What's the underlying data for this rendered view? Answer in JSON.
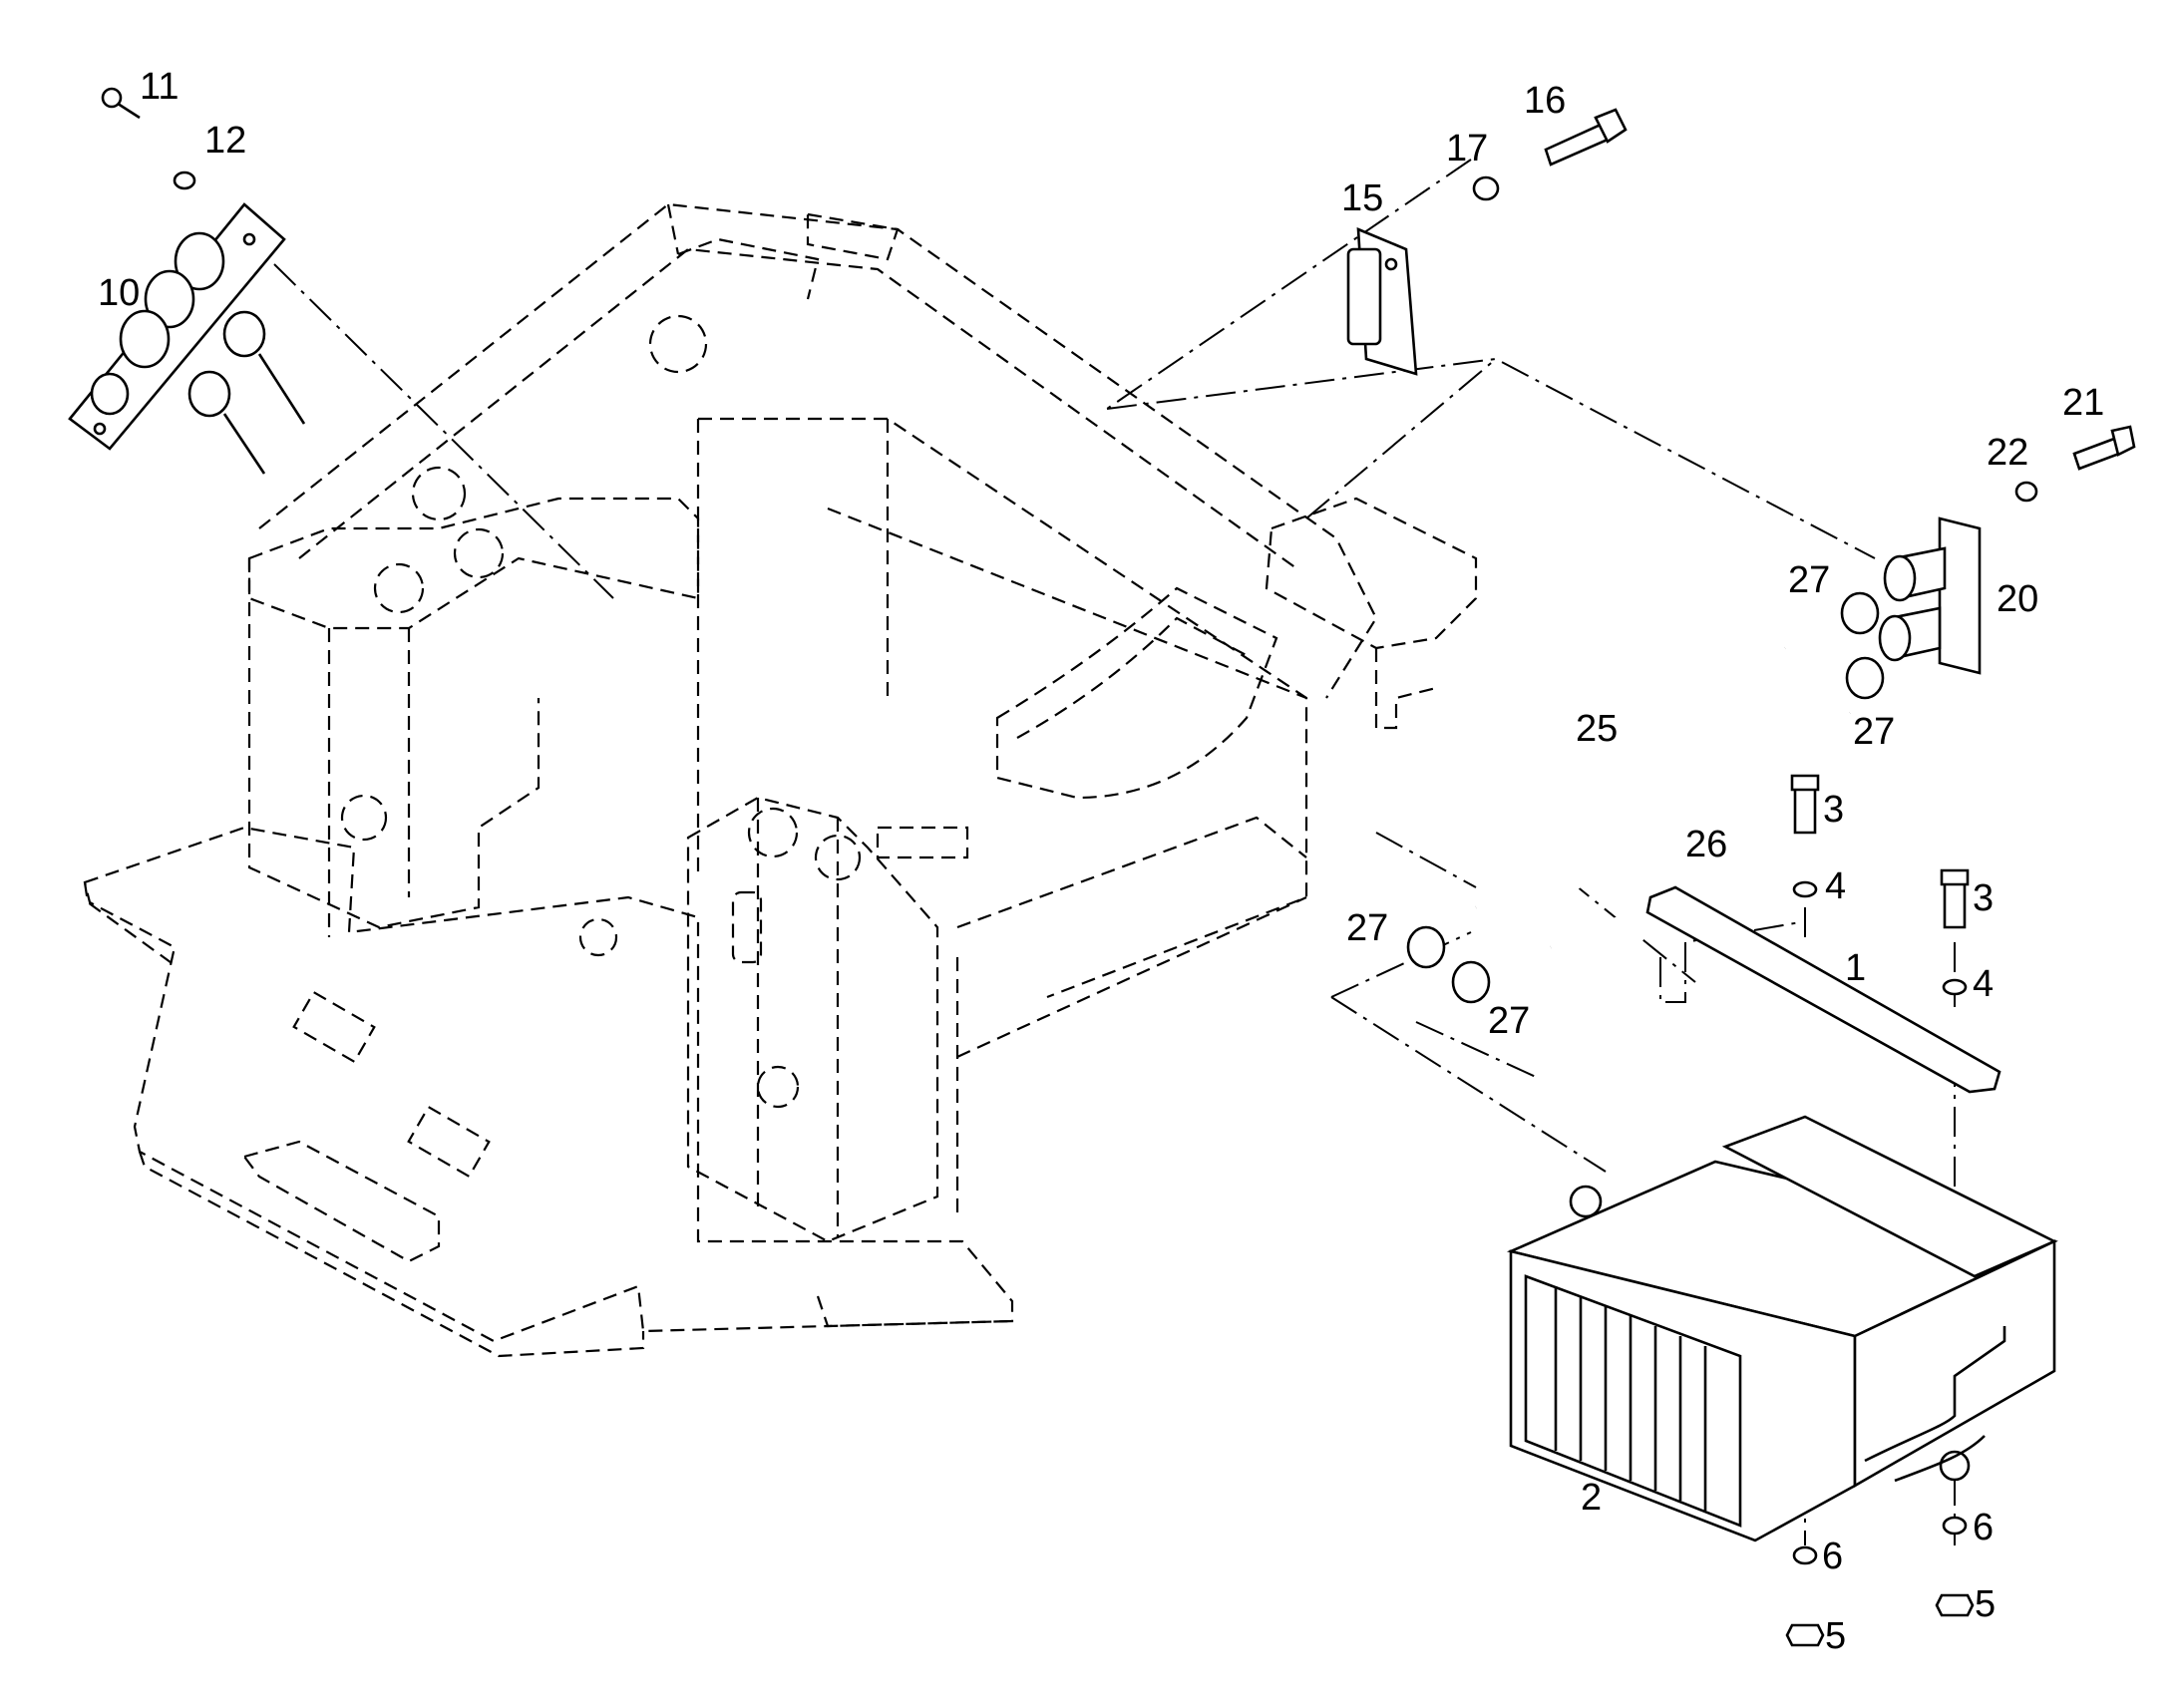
{
  "callouts": [
    {
      "id": "11",
      "text": "11"
    },
    {
      "id": "12",
      "text": "12"
    },
    {
      "id": "10",
      "text": "10"
    },
    {
      "id": "16",
      "text": "16"
    },
    {
      "id": "17",
      "text": "17"
    },
    {
      "id": "15",
      "text": "15"
    },
    {
      "id": "21",
      "text": "21"
    },
    {
      "id": "22",
      "text": "22"
    },
    {
      "id": "27a",
      "text": "27"
    },
    {
      "id": "20",
      "text": "20"
    },
    {
      "id": "25",
      "text": "25"
    },
    {
      "id": "27b",
      "text": "27"
    },
    {
      "id": "3a",
      "text": "3"
    },
    {
      "id": "26",
      "text": "26"
    },
    {
      "id": "4a",
      "text": "4"
    },
    {
      "id": "3b",
      "text": "3"
    },
    {
      "id": "27c",
      "text": "27"
    },
    {
      "id": "1",
      "text": "1"
    },
    {
      "id": "4b",
      "text": "4"
    },
    {
      "id": "27d",
      "text": "27"
    },
    {
      "id": "2",
      "text": "2"
    },
    {
      "id": "6a",
      "text": "6"
    },
    {
      "id": "6b",
      "text": "6"
    },
    {
      "id": "5a",
      "text": "5"
    },
    {
      "id": "5b",
      "text": "5"
    }
  ]
}
